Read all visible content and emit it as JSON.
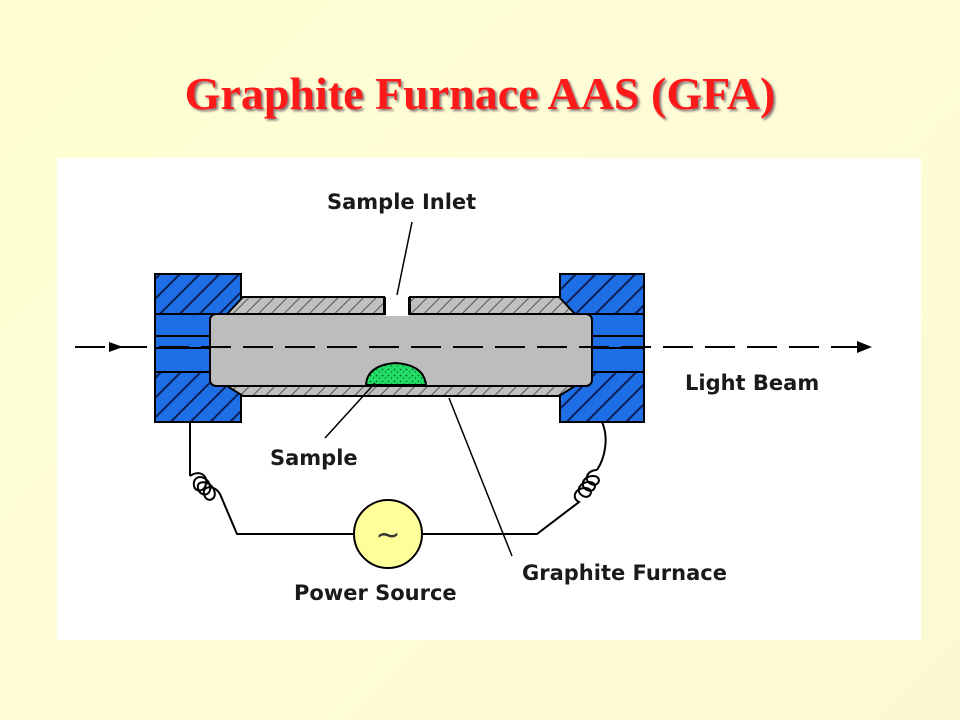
{
  "slide": {
    "title": "Graphite Furnace AAS (GFA)"
  },
  "diagram": {
    "labels": {
      "sample_inlet": "Sample Inlet",
      "light_beam": "Light Beam",
      "sample": "Sample",
      "graphite_furnace": "Graphite Furnace",
      "power_source": "Power Source",
      "power_symbol": "~"
    },
    "colors": {
      "title": "#ff1a1a",
      "end_caps": "#1e6ee6",
      "furnace_wall": "#c0c0c0",
      "sample": "#22dd66",
      "power_source": "#ffff99",
      "background": "#ffffd2"
    }
  }
}
